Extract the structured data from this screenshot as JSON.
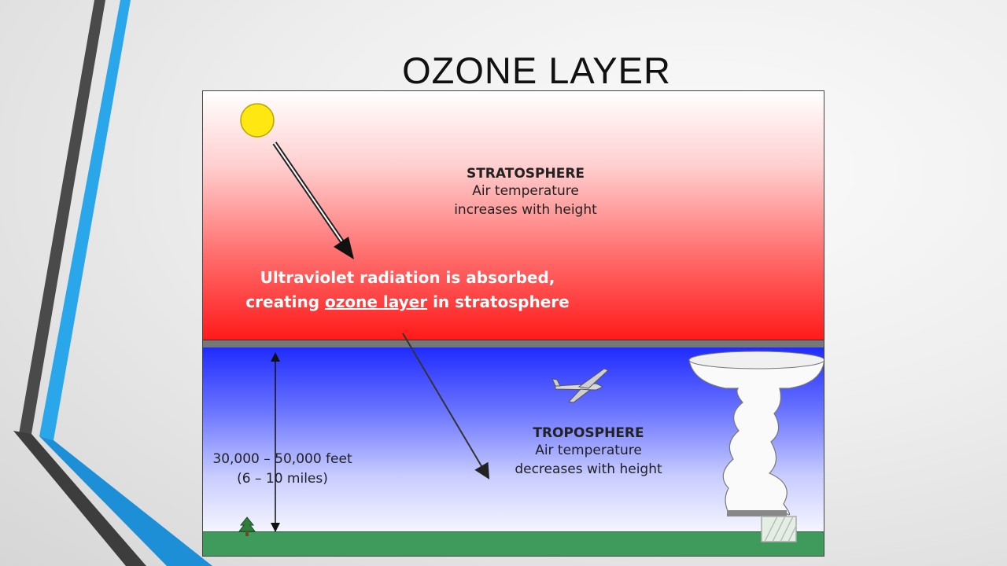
{
  "slide": {
    "title": "OZONE LAYER"
  },
  "diagram": {
    "stratosphere": {
      "name": "STRATOSPHERE",
      "desc_line1": "Air temperature",
      "desc_line2": "increases with height"
    },
    "uv_message": {
      "line1": "Ultraviolet radiation is absorbed,",
      "line2_pre": "creating",
      "line2_underlined": "ozone layer",
      "line2_post": "in stratosphere"
    },
    "troposphere": {
      "name": "TROPOSPHERE",
      "desc_line1": "Air temperature",
      "desc_line2": "decreases with height"
    },
    "height_range": {
      "line1": "30,000 – 50,000 feet",
      "line2": "(6 – 10 miles)"
    },
    "icons": [
      "sun-icon",
      "airplane-icon",
      "tree-icon",
      "thunderstorm-cloud-icon"
    ],
    "colors": {
      "stratosphere": "#ff1a1a",
      "troposphere": "#1f2bff",
      "ground": "#3f9b5c",
      "sun": "#ffe812",
      "accent_blue": "#2aa7ea",
      "accent_gray": "#4a4a4a"
    }
  }
}
